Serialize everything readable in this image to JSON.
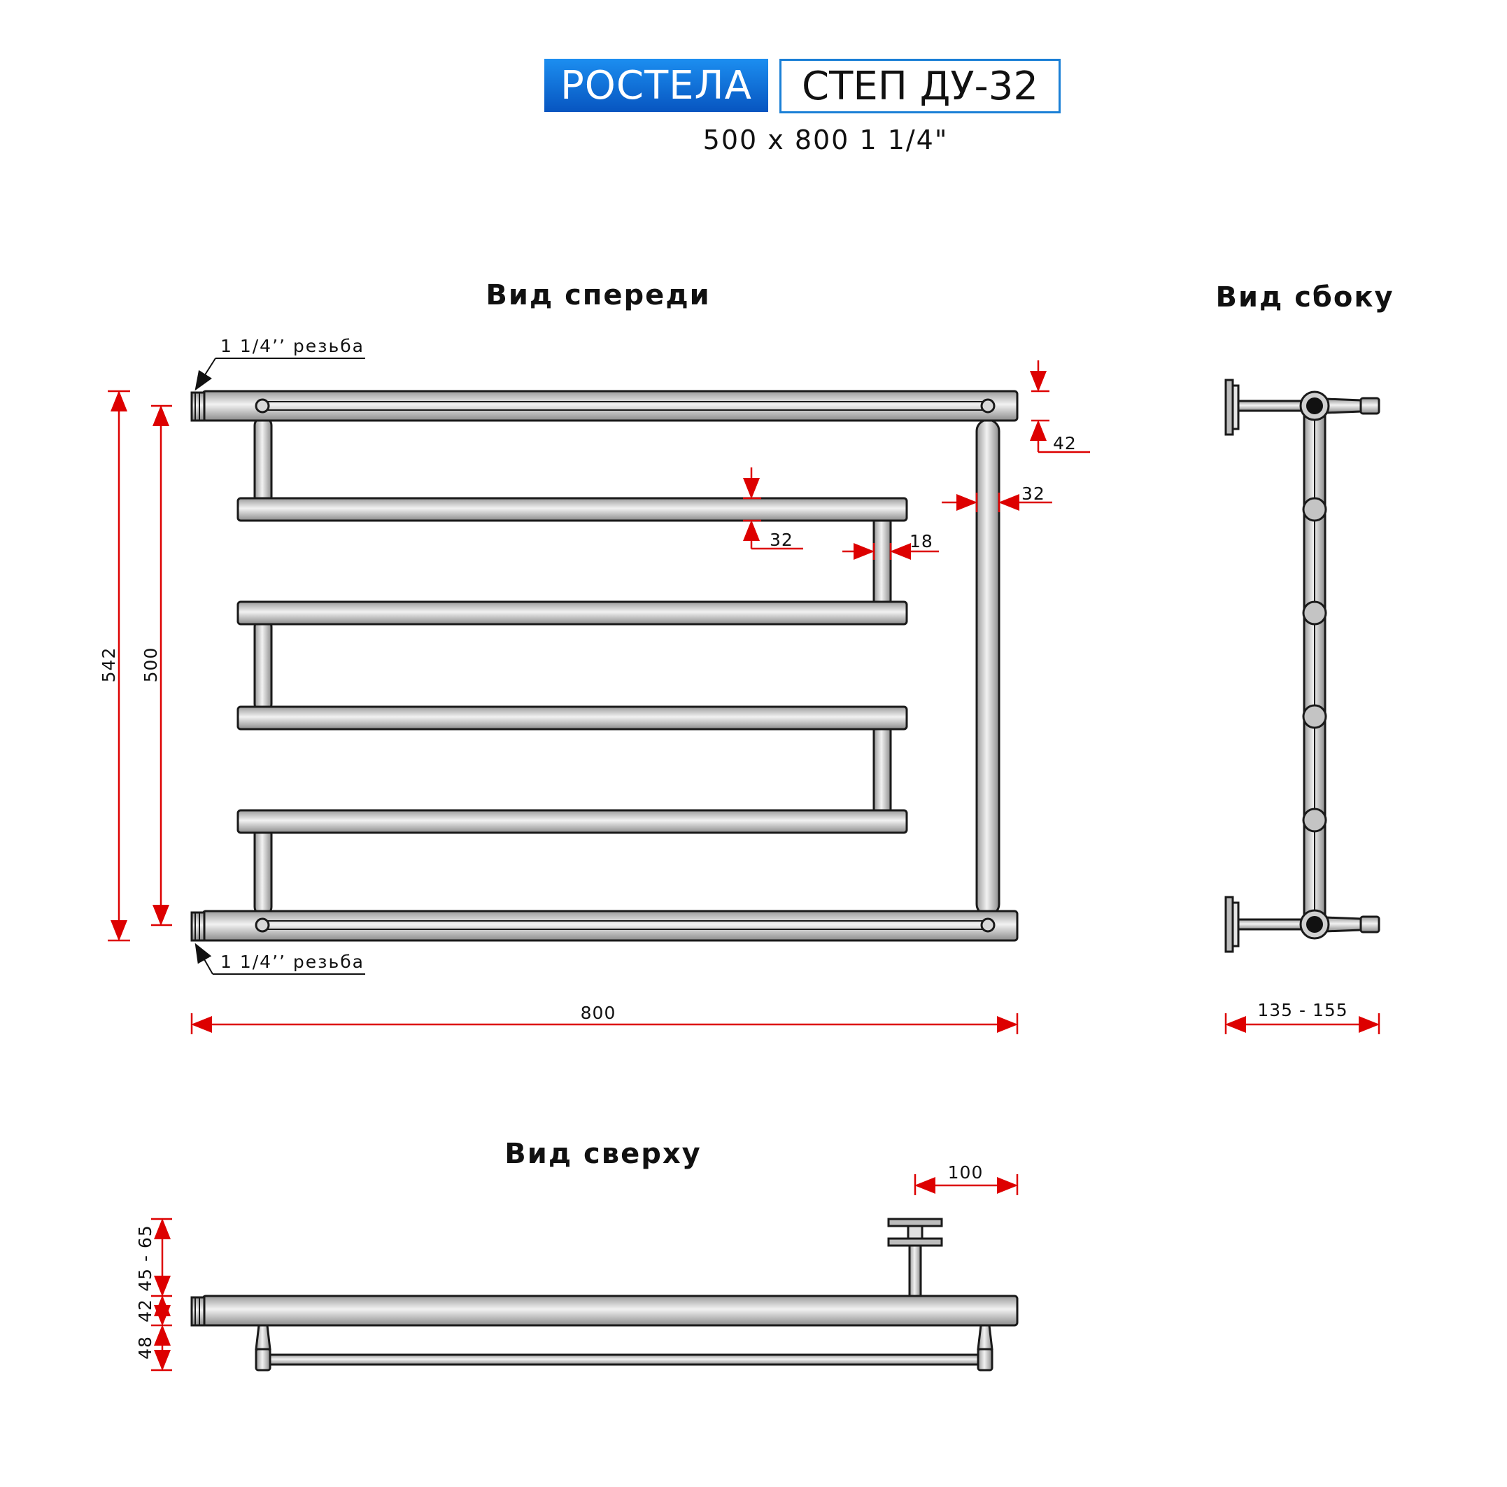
{
  "header": {
    "brand": "РОСТЕЛА",
    "model": "СТЕП ДУ-32",
    "spec": "500 x 800 1 1/4\""
  },
  "views": {
    "front": "Вид спереди",
    "side": "Вид сбоку",
    "top": "Вид сверху"
  },
  "front_dims": {
    "thread_top": "1 1/4’’ резьба",
    "thread_bottom": "1 1/4’’ резьба",
    "height_total": "542",
    "height_axis": "500",
    "width": "800",
    "top_gap": "42",
    "pipe_dia_right": "32",
    "rung_dia": "32",
    "bridge_dia": "18"
  },
  "side_dims": {
    "depth_range": "135 - 155"
  },
  "top_dims": {
    "mount_offset": "100",
    "wall_gap": "45 - 65",
    "pipe": "42",
    "rail": "48"
  },
  "colors": {
    "brand_blue": "#0a66d0",
    "dimension_red": "#dd0000",
    "pipe_gray": "#c8c8c8"
  }
}
